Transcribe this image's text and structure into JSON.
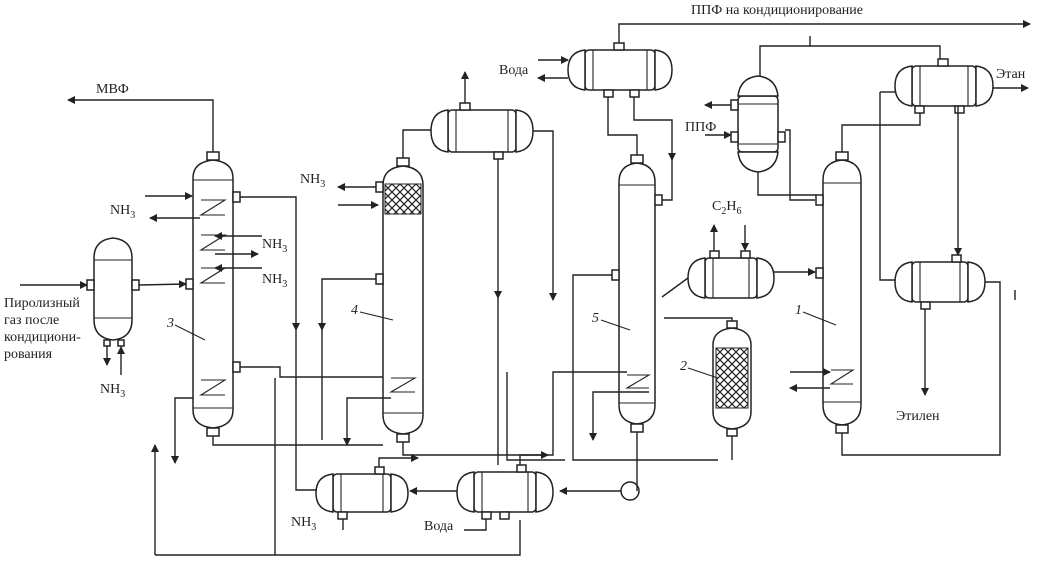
{
  "labels": {
    "ppf_conditioning": "ППФ на кондиционирование",
    "mvf": "МВФ",
    "water_top": "Вода",
    "water_bottom": "Вода",
    "ppf": "ППФ",
    "ethane": "Этан",
    "ethylene": "Этилен",
    "c2h6_main": "C",
    "c2h6_sub1": "2",
    "c2h6_h": "H",
    "c2h6_sub2": "6",
    "feed_line1": "Пиролизный",
    "feed_line2": "газ после",
    "feed_line3": "кондициони-",
    "feed_line4": "рования",
    "nh3": "NH",
    "nh3_sub": "3"
  },
  "equipment_numbers": {
    "n1": "1",
    "n2": "2",
    "n3": "3",
    "n4": "4",
    "n5": "5"
  }
}
